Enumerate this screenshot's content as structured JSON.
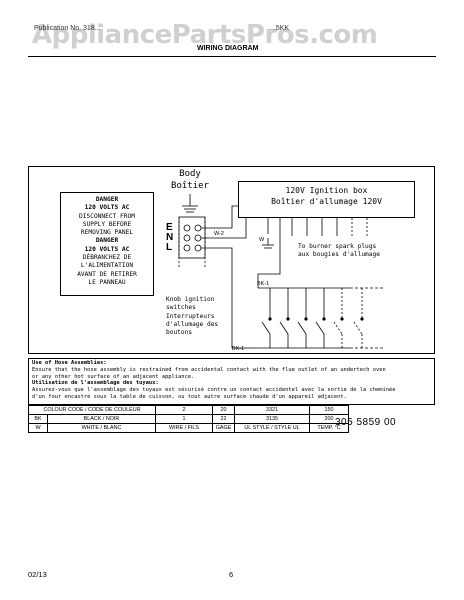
{
  "watermark": "AppliancePartsPros.com",
  "header": {
    "left_fragment": "Publication No. 318...",
    "right_fragment": "...5KK",
    "title": "WIRING DIAGRAM"
  },
  "diagram": {
    "body_label_en": "Body",
    "body_label_fr": "Boîtier",
    "danger_lines": [
      "DANGER",
      "120 VOLTS AC",
      "DISCONNECT FROM",
      "SUPPLY BEFORE",
      "REMOVING PANEL",
      "DANGER",
      "120 VOLTS AC",
      "DÉBRANCHEZ DE",
      "L'ALIMENTATION",
      "AVANT DE RETIRER",
      "LE PANNEAU"
    ],
    "terminals": [
      "E",
      "N",
      "L"
    ],
    "ignition_box_en": "120V Ignition box",
    "ignition_box_fr": "Boîtier d'allumage 120V",
    "wire_w": "W",
    "wire_w2": "W-2",
    "wire_bk1_top": "BK-1",
    "wire_bk1_bottom": "BK-1",
    "burner_lines": [
      "To burner spark plugs",
      "aux bougies d'allumage"
    ],
    "knob_lines": [
      "Knob ignition",
      "switches",
      "Interrupteurs",
      "d'allumage des",
      "boutons"
    ]
  },
  "hose_note": {
    "heading_en": "Use of Hose Assemblies:",
    "text_en_1": "Ensure that the hose assembly is restrained from accidental contact with the flue outlet of an undertech oven",
    "text_en_2": "or any other hot surface of an adjacent appliance.",
    "heading_fr": "Utilisation de l'assemblage des tuyaux:",
    "text_fr_1": "Assurez-vous que l'assemblage des tuyaux est sécurisé contre un contact accidentel avec la sortie de la cheminée",
    "text_fr_2": "d'un four encastré sous la table de cuisson, ou tout autre surface chaude d'un appareil adjacent."
  },
  "colour_table": {
    "rows": [
      [
        "COLOUR CODE / CODE DE COULEUR",
        "2",
        "20",
        "3321",
        "150"
      ],
      [
        "BK",
        "BLACK / NOIR",
        "1",
        "22",
        "3135",
        "200"
      ],
      [
        "W",
        "WHITE / BLANC",
        "WIRE / FILS",
        "GAGE",
        "UL STYLE / STYLE UL",
        "TEMP. °C"
      ]
    ]
  },
  "part_number": "305 5859 00",
  "footer": {
    "date": "02/13",
    "page": "6"
  }
}
